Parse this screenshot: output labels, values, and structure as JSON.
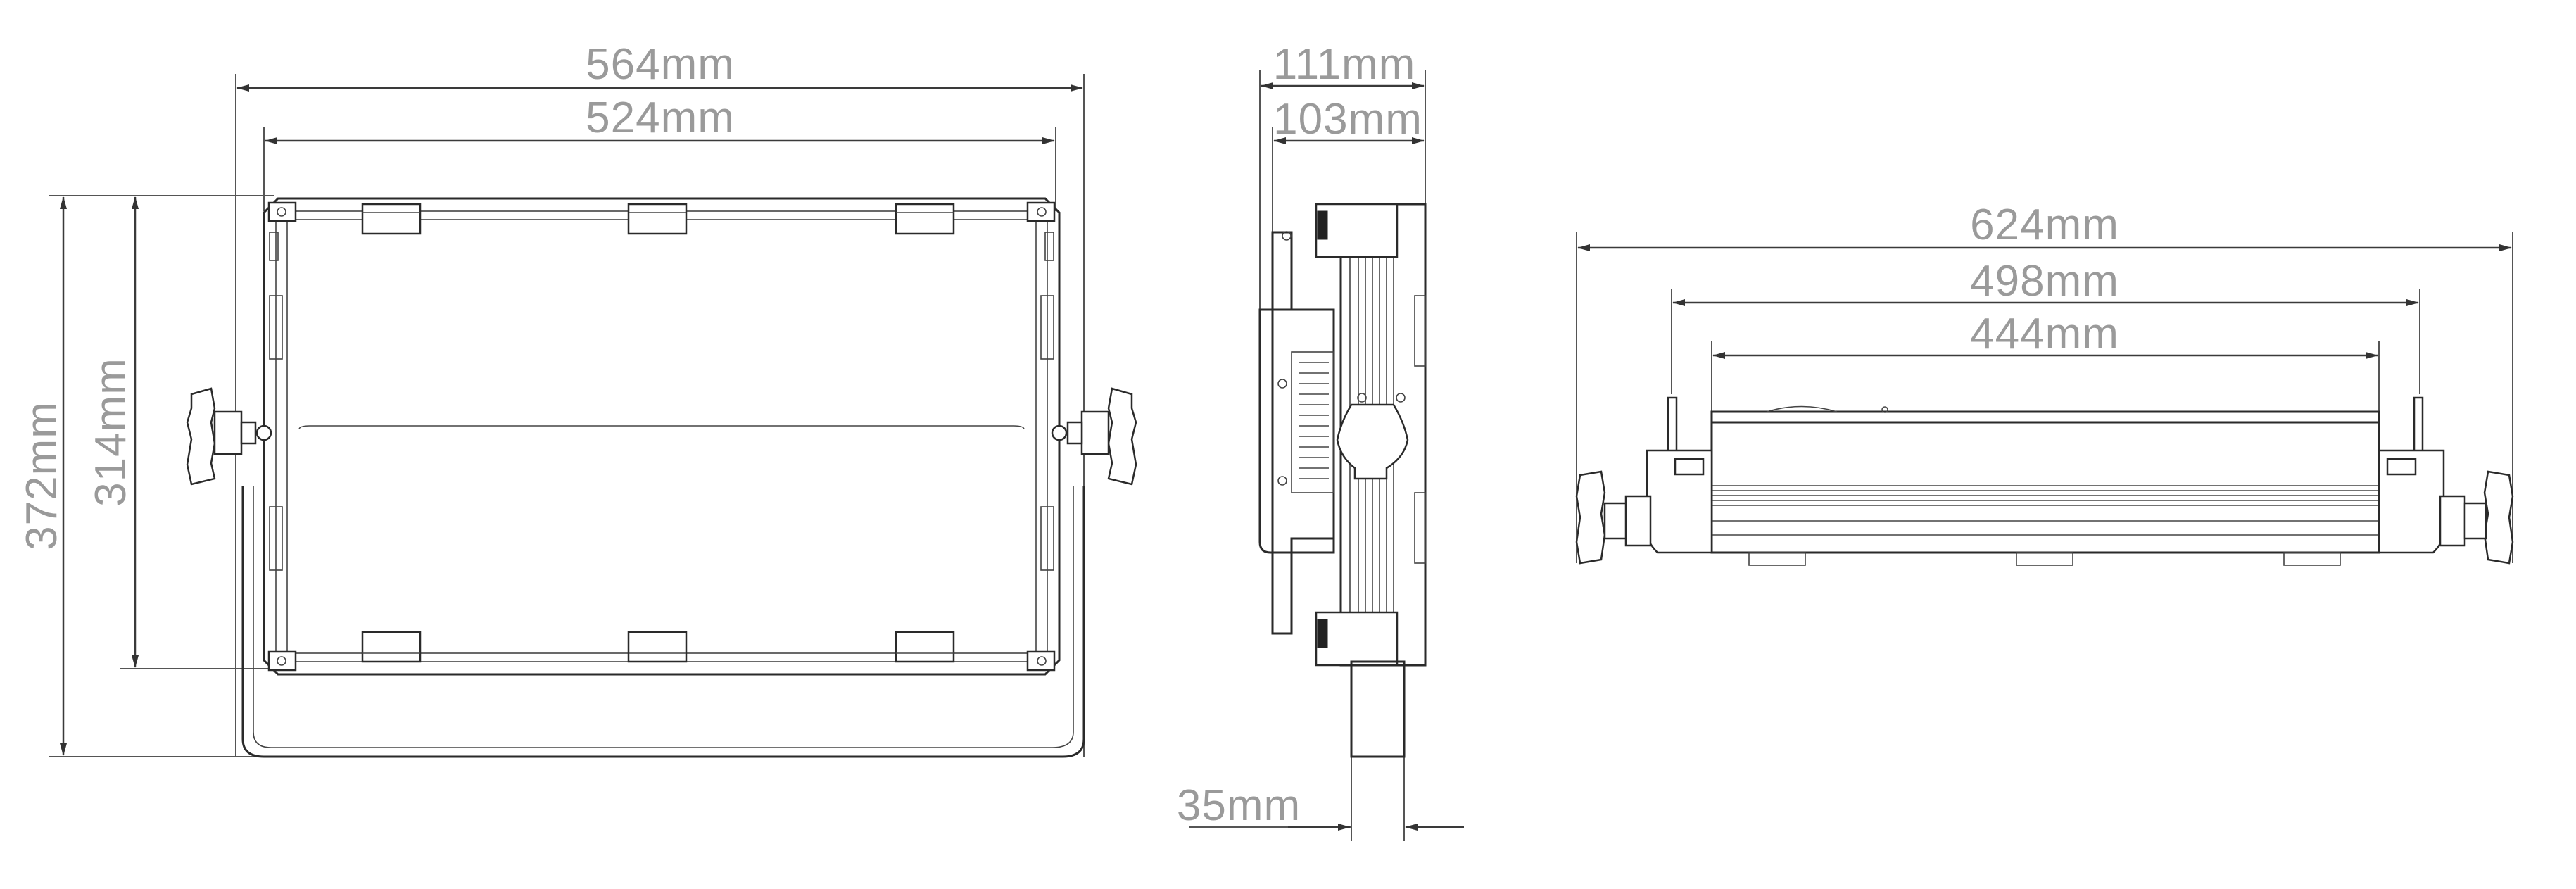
{
  "front_view": {
    "width_outer": "564mm",
    "width_inner": "524mm",
    "height_outer": "372mm",
    "height_inner": "314mm"
  },
  "side_view": {
    "depth_outer": "111mm",
    "depth_inner": "103mm",
    "yoke_width": "35mm"
  },
  "top_view": {
    "length_overall": "624mm",
    "length_mid": "498mm",
    "length_body": "444mm"
  }
}
